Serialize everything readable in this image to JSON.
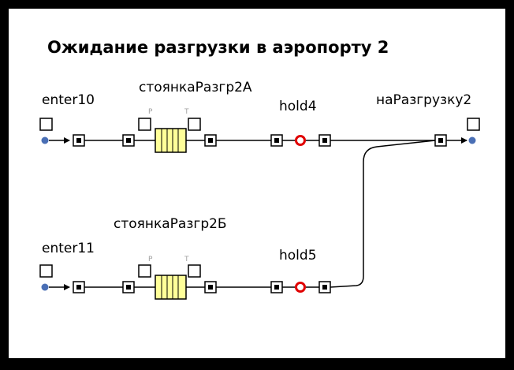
{
  "title": "Ожидание разгрузки в аэропорту 2",
  "blocks": {
    "enter10": "enter10",
    "stoyankaA": "стоянкаРазгр2А",
    "hold4": "hold4",
    "sink": "наРазгрузку2",
    "enter11": "enter11",
    "stoyankaB": "стоянкаРазгр2Б",
    "hold5": "hold5"
  },
  "port_labels": {
    "p": "P",
    "t": "T"
  },
  "colors": {
    "border": "#000000",
    "background": "#ffffff",
    "queue_fill": "#ffff99",
    "hold_ring": "#e00000",
    "endpoint": "#4a6fb5",
    "port_label": "#a0a0a0"
  }
}
